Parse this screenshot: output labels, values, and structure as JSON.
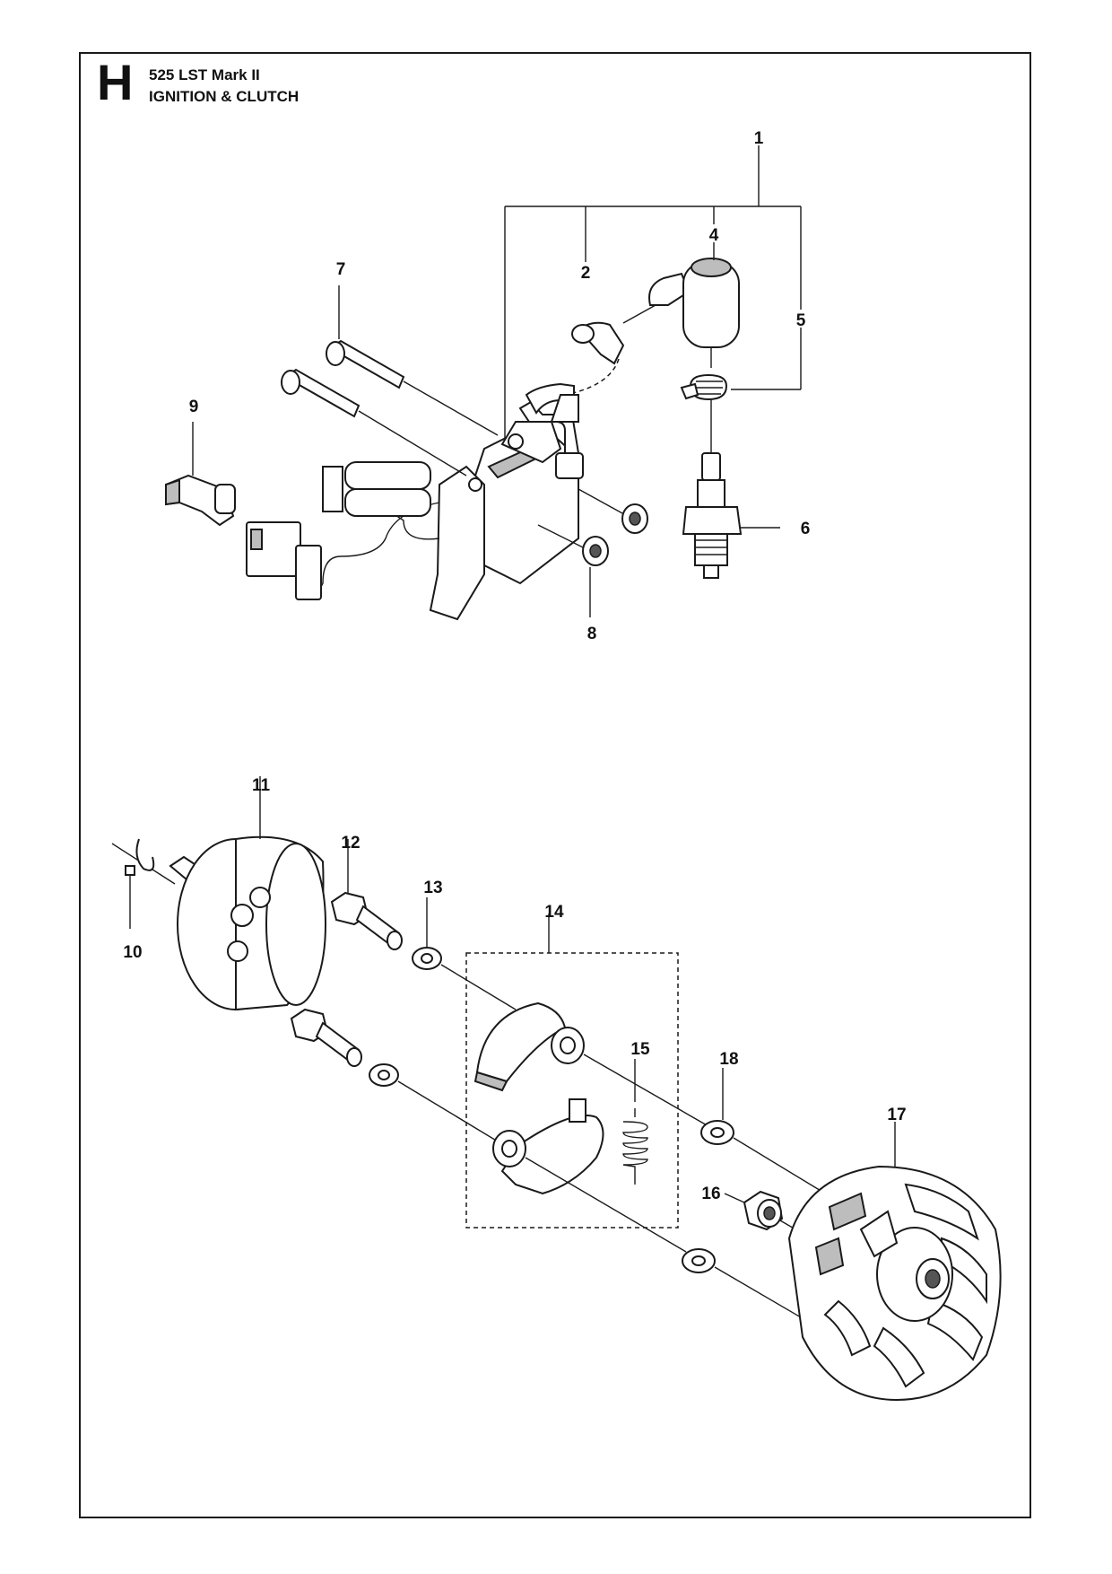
{
  "header": {
    "section_letter": "H",
    "model": "525 LST Mark II",
    "title": "IGNITION & CLUTCH"
  },
  "callouts": [
    "1",
    "2",
    "4",
    "5",
    "6",
    "7",
    "8",
    "9",
    "10",
    "11",
    "12",
    "13",
    "14",
    "15",
    "16",
    "17",
    "18"
  ]
}
